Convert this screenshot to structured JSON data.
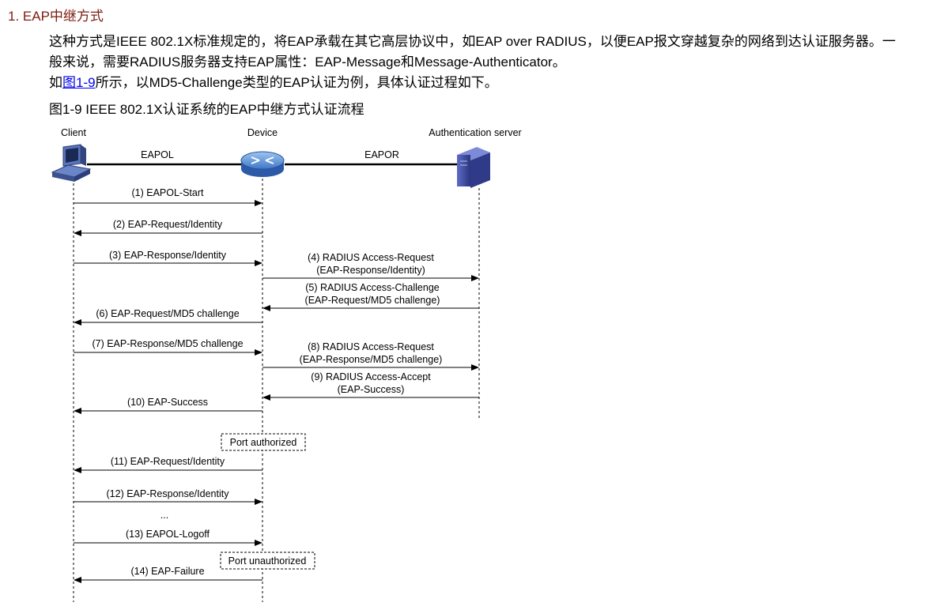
{
  "section": {
    "heading": "1. EAP中继方式"
  },
  "intro": {
    "line1": "这种方式是IEEE 802.1X标准规定的，将EAP承载在其它高层协议中，如EAP over RADIUS，以便EAP报文穿越复杂的网络到达认证服务器。一",
    "line2": "般来说，需要RADIUS服务器支持EAP属性：EAP-Message和Message-Authenticator。",
    "line3_prefix": "如",
    "line3_link": "图1-9",
    "line3_suffix": "所示，以MD5-Challenge类型的EAP认证为例，具体认证过程如下。"
  },
  "figure": {
    "title": "图1-9 IEEE 802.1X认证系统的EAP中继方式认证流程",
    "entities": {
      "client": "Client",
      "device": "Device",
      "server": "Authentication server",
      "eapol": "EAPOL",
      "eapor": "EAPOR"
    },
    "messages": [
      {
        "line1": "(1) EAPOL-Start"
      },
      {
        "line1": "(2) EAP-Request/Identity"
      },
      {
        "line1": "(3) EAP-Response/Identity"
      },
      {
        "line1": "(4) RADIUS Access-Request",
        "line2": "(EAP-Response/Identity)"
      },
      {
        "line1": "(5) RADIUS Access-Challenge",
        "line2": "(EAP-Request/MD5 challenge)"
      },
      {
        "line1": "(6) EAP-Request/MD5 challenge"
      },
      {
        "line1": "(7) EAP-Response/MD5 challenge"
      },
      {
        "line1": "(8) RADIUS Access-Request",
        "line2": "(EAP-Response/MD5 challenge)"
      },
      {
        "line1": "(9) RADIUS Access-Accept",
        "line2": "(EAP-Success)"
      },
      {
        "line1": "(10) EAP-Success"
      },
      {
        "line1": "(11) EAP-Request/Identity"
      },
      {
        "line1": "(12) EAP-Response/Identity"
      },
      {
        "line1": "(13) EAPOL-Logoff"
      },
      {
        "line1": "(14) EAP-Failure"
      }
    ],
    "ellipsis": "...",
    "port_authorized": "Port authorized",
    "port_unauthorized": "Port unauthorized"
  }
}
